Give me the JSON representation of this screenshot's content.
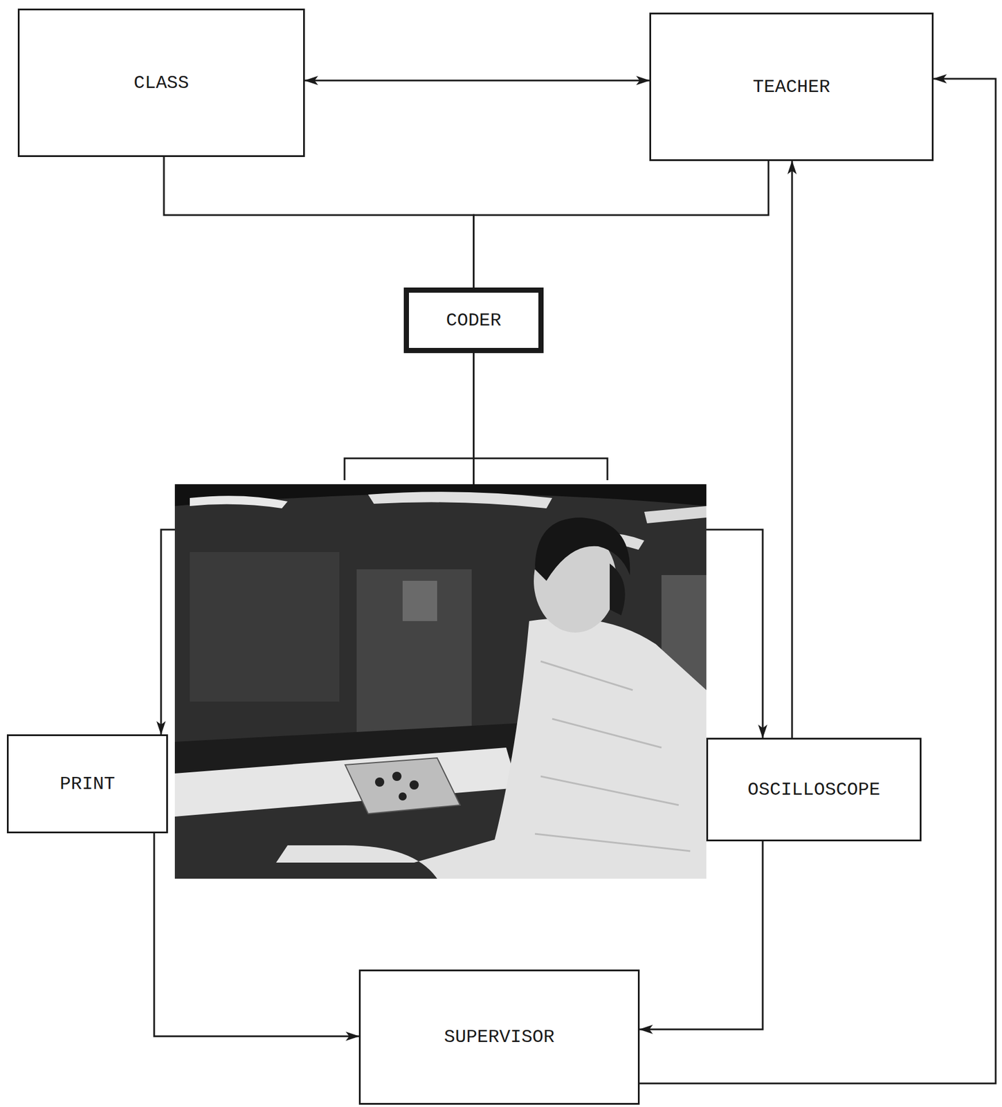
{
  "diagram": {
    "nodes": [
      {
        "text": [
          "CLASS"
        ]
      },
      {
        "text": [
          "TEACHER"
        ]
      },
      {
        "text": [
          "CODER"
        ]
      },
      {
        "text": [
          "PRINT"
        ]
      },
      {
        "text": [
          "OSCILLOSCOPE"
        ]
      },
      {
        "text": [
          "SUPERVISOR"
        ]
      }
    ],
    "edges": [
      {
        "from": 0,
        "to": 1,
        "arrow": "both"
      },
      {
        "from": 0,
        "to": 2,
        "arrow": "none"
      },
      {
        "from": 1,
        "to": 2,
        "arrow": "none"
      },
      {
        "from": 2,
        "to": 3,
        "arrow": "to"
      },
      {
        "from": 2,
        "to": 4,
        "arrow": "to"
      },
      {
        "from": 4,
        "to": 1,
        "arrow": "to"
      },
      {
        "from": 3,
        "to": 5,
        "arrow": "to"
      },
      {
        "from": 4,
        "to": 5,
        "arrow": "to"
      },
      {
        "from": 5,
        "to": 1,
        "arrow": "to"
      }
    ]
  }
}
